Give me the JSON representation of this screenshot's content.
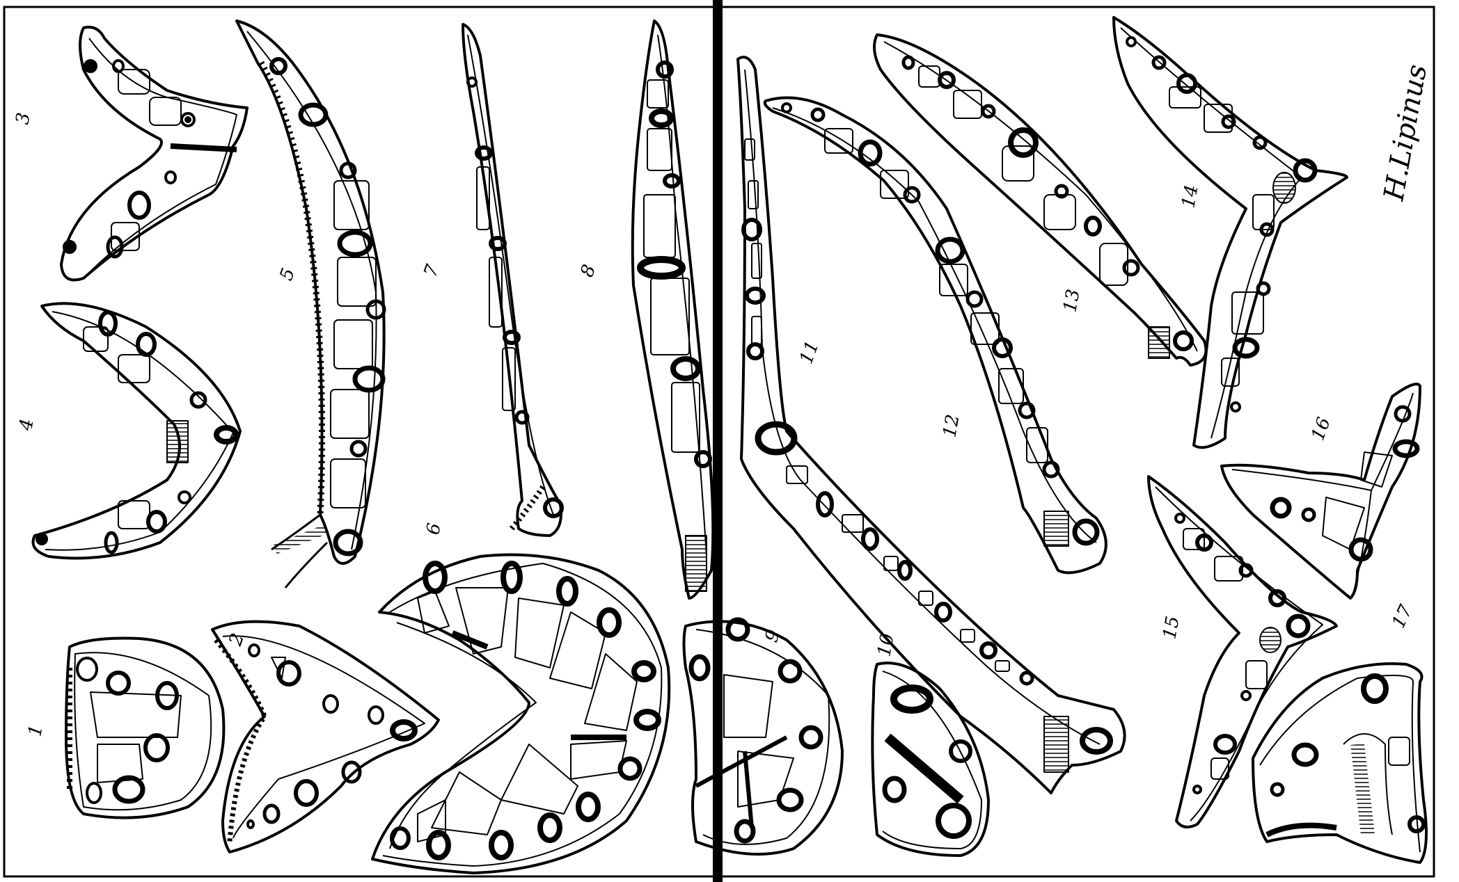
{
  "plate": {
    "figure_numbers": [
      "1",
      "2",
      "3",
      "4",
      "5",
      "6",
      "7",
      "8",
      "9",
      "10",
      "11",
      "12",
      "13",
      "14",
      "15",
      "16",
      "17"
    ],
    "signature": "H.Lipinus",
    "colors": {
      "ink": "#000000",
      "paper": "#ffffff"
    }
  }
}
